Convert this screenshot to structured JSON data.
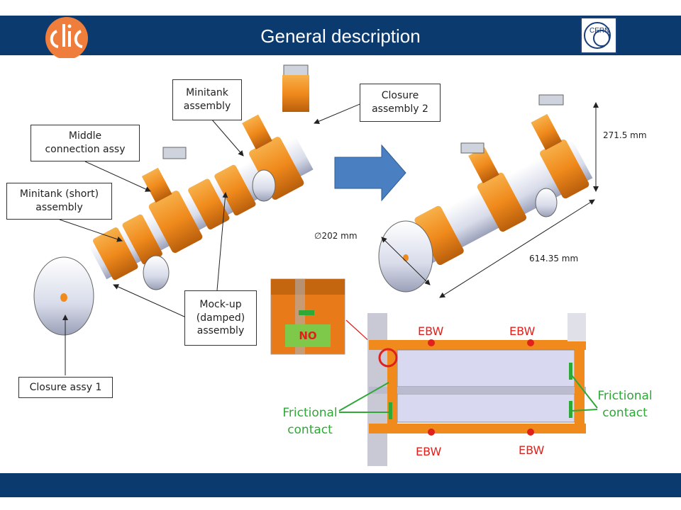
{
  "header": {
    "title": "General description"
  },
  "logos": {
    "left": "clic-logo",
    "right": "CERN"
  },
  "callouts": {
    "minitank": "Minitank\nassembly",
    "closure2": "Closure\nassembly 2",
    "middle": "Middle\nconnection assy",
    "minitank_short": "Minitank (short)\nassembly",
    "mockup": "Mock-up\n(damped)\nassembly",
    "closure1": "Closure assy 1"
  },
  "dimensions": {
    "height": "271.5 mm",
    "diameter": "202 mm",
    "diameter_symbol": "∅",
    "length": "614.35 mm"
  },
  "detail": {
    "no_label": "NO",
    "ebw": "EBW",
    "frictional_contact": "Frictional\ncontact"
  },
  "colors": {
    "bar": "#0b3a6e",
    "orange": "#f08a1c",
    "arrow": "#4a7fc1",
    "red": "#e0201a",
    "green": "#2ea836"
  }
}
